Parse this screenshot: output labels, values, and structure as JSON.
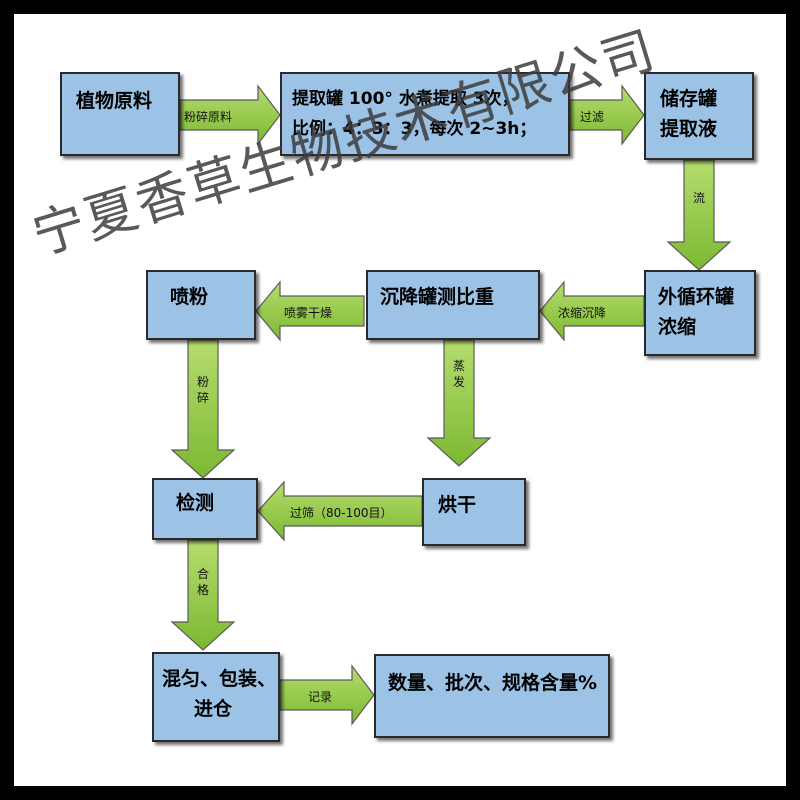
{
  "nodes": {
    "raw_material": "植物原料",
    "extract_tank_1": "提取罐 100° 水煮提取 3次，",
    "extract_tank_2": "比例：4：3：3，每次 2~3h；",
    "storage_1": "储存罐",
    "storage_2": "提取液",
    "circulation_1": "外循环罐",
    "circulation_2": "浓缩",
    "settling": "沉降罐测比重",
    "spray_powder": "喷粉",
    "testing": "检测",
    "drying": "烘干",
    "mixing_1": "混匀、包装、",
    "mixing_2": "进仓",
    "record_result": "数量、批次、规格含量%"
  },
  "edges": {
    "crush_raw": "粉碎原料",
    "filter": "过滤",
    "flow": "流",
    "concentrate_settle": "浓缩沉降",
    "spray_dry": "喷雾干燥",
    "evaporate": "蒸发",
    "crush": "粉碎",
    "sieve": "过筛（80-100目）",
    "qualified": "合格",
    "record": "记录"
  },
  "watermark": "宁夏香草生物技术有限公司",
  "colors": {
    "box_fill": "#9cc3e6",
    "arrow_fill": "#8dc63f",
    "frame": "#000000"
  }
}
